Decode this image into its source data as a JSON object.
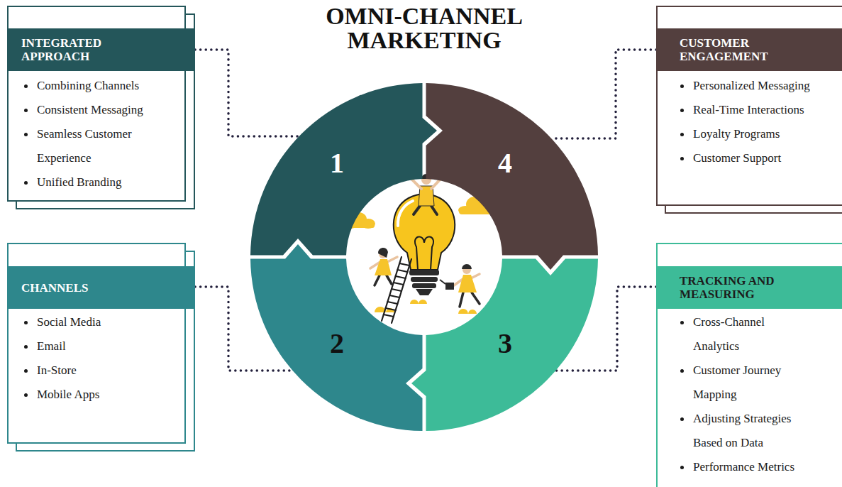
{
  "diagram": {
    "title": "OMNI-CHANNEL MARKETING",
    "nodes": [
      {
        "text": [
          "INTEGRATED APPROACH",
          "Combining Channels",
          "Consistent Messaging",
          "Seamless Customer Experience",
          "Unified Branding"
        ]
      },
      {
        "text": [
          "CUSTOMER ENGAGEMENT",
          "Personalized Messaging",
          "Real-Time Interactions",
          "Loyalty Programs",
          "Customer Support"
        ]
      },
      {
        "text": [
          "1"
        ]
      },
      {
        "text": [
          "4"
        ]
      },
      {
        "text": [
          "2"
        ]
      },
      {
        "text": [
          "3"
        ]
      },
      {
        "text": [
          "CHANNELS",
          "Social Media",
          "Email",
          "In-Store",
          "Mobile Apps"
        ]
      },
      {
        "text": [
          "TRACKING AND MEASURING",
          "Cross-Channel Analytics",
          "Customer Journey Mapping",
          "Adjusting Strategies Based on Data",
          "Performance Metrics"
        ]
      }
    ],
    "edges": [
      {
        "from": 0,
        "to": 2,
        "arrow": "none"
      },
      {
        "from": 1,
        "to": 3,
        "arrow": "none"
      },
      {
        "from": 6,
        "to": 4,
        "arrow": "none"
      },
      {
        "from": 7,
        "to": 5,
        "arrow": "none"
      }
    ]
  }
}
